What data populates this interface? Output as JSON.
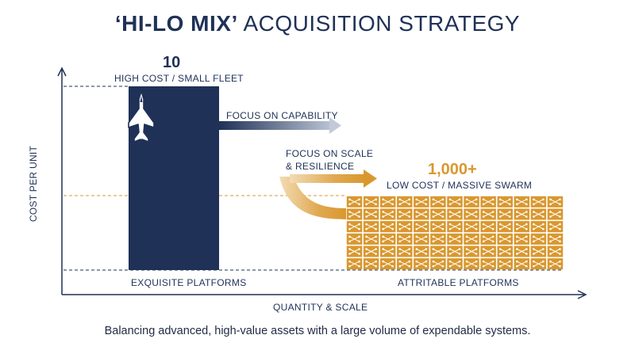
{
  "title": {
    "bold": "‘HI-LO MIX’",
    "rest": " ACQUISITION STRATEGY"
  },
  "axes": {
    "y_label": "COST PER UNIT",
    "x_label": "QUANTITY & SCALE"
  },
  "high_cost": {
    "count": "10",
    "label": "HIGH COST / SMALL FLEET",
    "platform_label": "EXQUISITE PLATFORMS",
    "color": "#1f3157",
    "icon": "fighter-jet-icon"
  },
  "low_cost": {
    "count": "1,000+",
    "label": "LOW COST / MASSIVE SWARM",
    "platform_label": "ATTRITABLE PLATFORMS",
    "color": "#d9982f",
    "icon": "drone-icon",
    "grid_rows": 6,
    "grid_cols": 13
  },
  "arrows": {
    "capability": "FOCUS ON CAPABILITY",
    "scale_line1": "FOCUS ON SCALE",
    "scale_line2": "& RESILIENCE"
  },
  "caption": "Balancing advanced, high-value assets with a large volume of expendable systems."
}
